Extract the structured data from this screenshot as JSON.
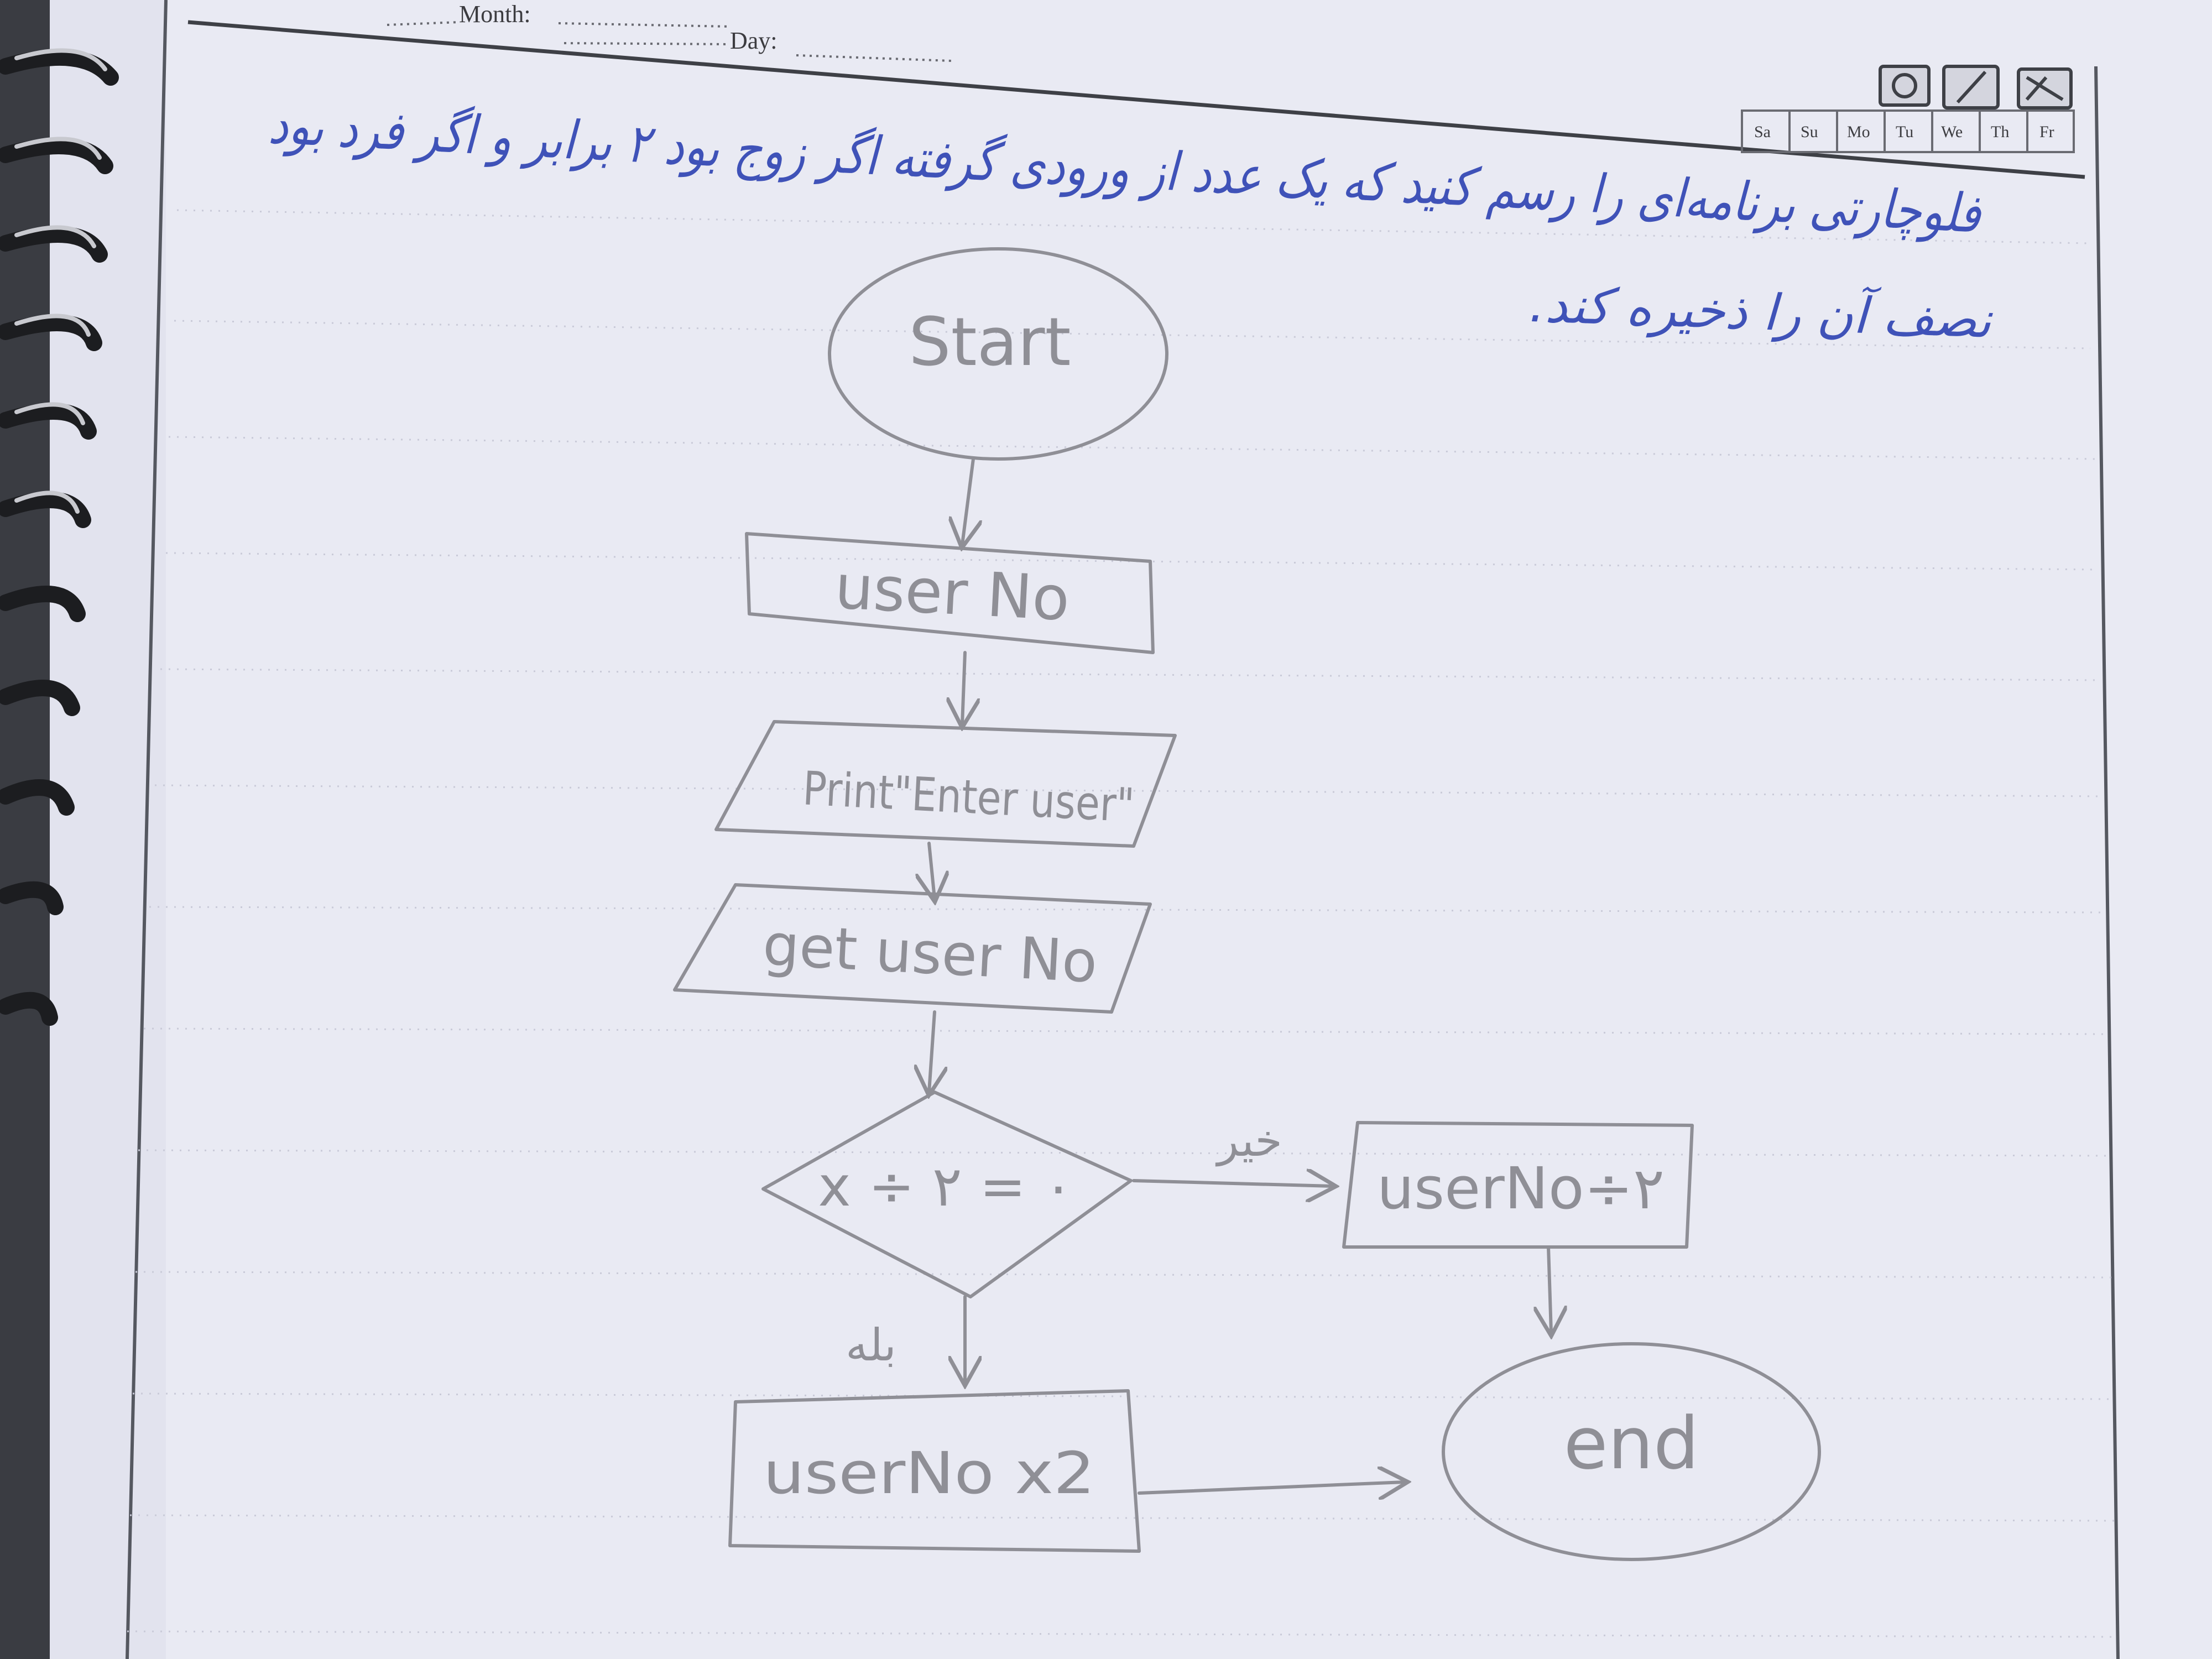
{
  "header": {
    "month_label": "Month:",
    "day_label": "Day:",
    "weekdays": [
      "Sa",
      "Su",
      "Mo",
      "Tu",
      "We",
      "Th",
      "Fr"
    ]
  },
  "problem": {
    "line1": "فلوچارتی برنامه‌ای را رسم کنید که یک عدد از ورودی گرفته اگر زوج بود ۲ برابر و اگر فرد بود",
    "line2": "نصف آن را ذخیره کند."
  },
  "flowchart": {
    "start": "Start",
    "variable": "user No",
    "print": "Print\"Enter user\"",
    "input": "get user No",
    "condition": "x ÷ ۲ = ۰",
    "no_label": "خیر",
    "yes_label": "بله",
    "no_action": "userNo÷۲",
    "yes_action": "userNo x2",
    "end": "end"
  },
  "colors": {
    "paper": "#e7e8f2",
    "pencil": "#8f8f96",
    "ink": "#3f52b8"
  }
}
